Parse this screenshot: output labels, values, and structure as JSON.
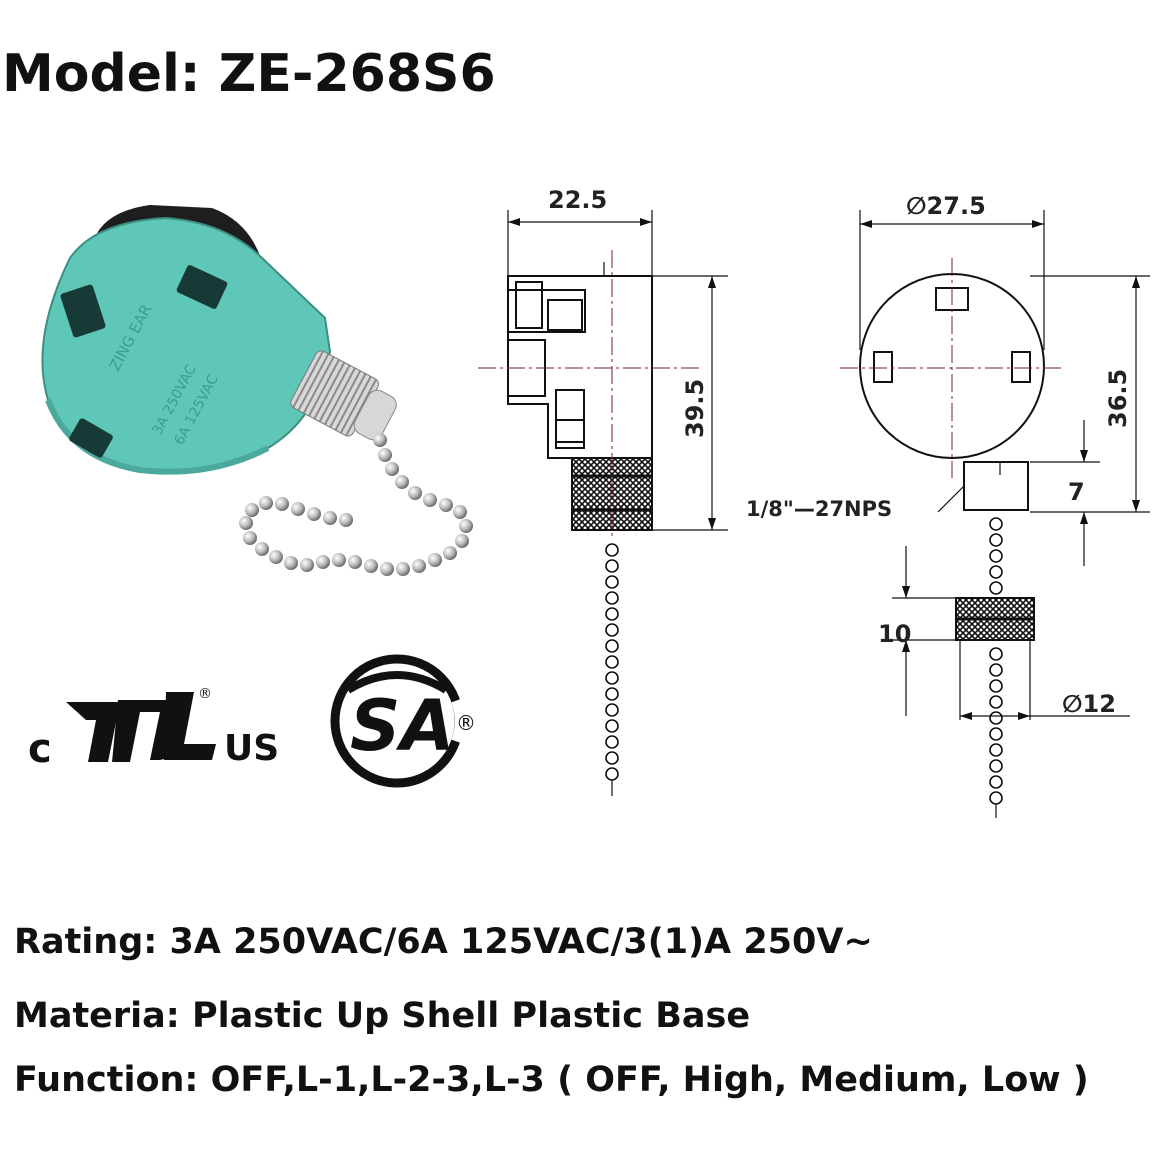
{
  "title": "Model: ZE-268S6",
  "product_photo": {
    "body_color": "#5fc7b8",
    "shell_color": "#1c1c1c",
    "metal_color": "#c9c9c9",
    "molded_text": [
      "ZING EAR",
      "3A 250VAC",
      "6A 125VAC"
    ]
  },
  "certifications": {
    "ul": {
      "prefix": "c",
      "suffix": "US",
      "registered": "®"
    },
    "csa": {
      "letters": "SA",
      "registered": "®"
    }
  },
  "side_view": {
    "width_label": "22.5",
    "height_label": "39.5"
  },
  "front_view": {
    "diameter_label": "∅27.5",
    "height_label": "36.5",
    "thread_label": "1/8\"—27NPS",
    "thread_height_label": "7",
    "knob_height_label": "10",
    "knob_diameter_label": "∅12"
  },
  "specs": {
    "rating": "Rating: 3A 250VAC/6A 125VAC/3(1)A 250V~",
    "material": "Materia: Plastic Up Shell Plastic Base",
    "function": "Function: OFF,L-1,L-2-3,L-3  ( OFF, High, Medium, Low )"
  }
}
